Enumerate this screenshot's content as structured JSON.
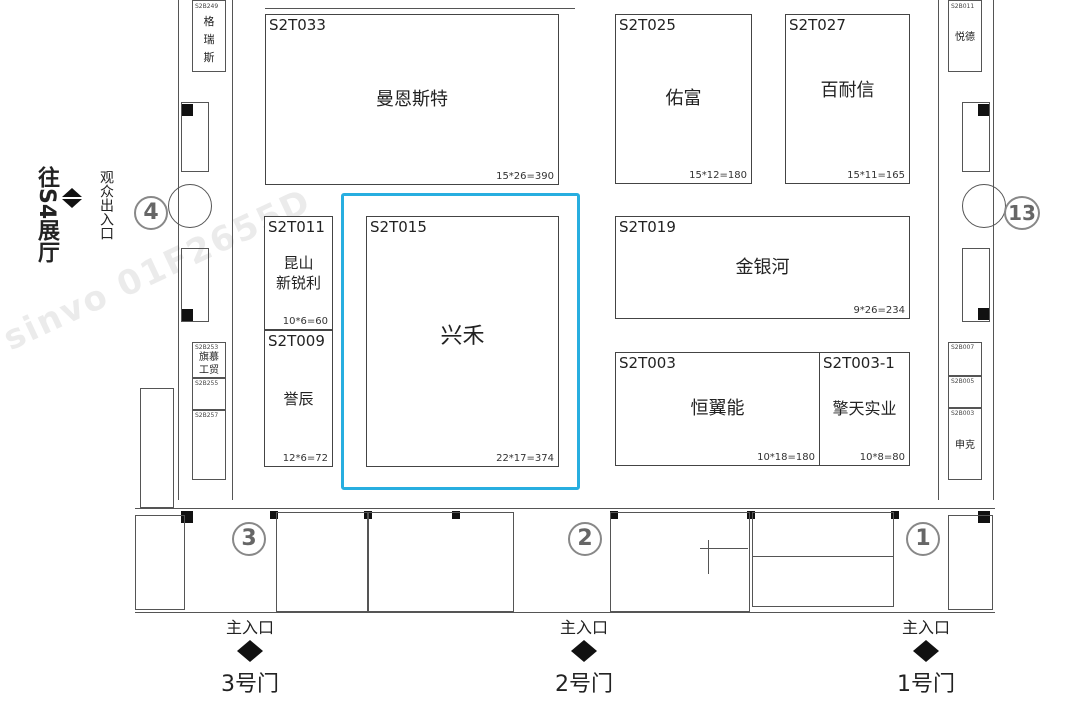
{
  "booths": [
    {
      "id": "s2t033",
      "code": "S2T033",
      "name": "曼恩斯特",
      "area": "15*26=390"
    },
    {
      "id": "s2t025",
      "code": "S2T025",
      "name": "佑富",
      "area": "15*12=180"
    },
    {
      "id": "s2t027",
      "code": "S2T027",
      "name": "百耐信",
      "area": "15*11=165"
    },
    {
      "id": "s2t011",
      "code": "S2T011",
      "name": "昆山\n新锐利",
      "area": "10*6=60"
    },
    {
      "id": "s2t015",
      "code": "S2T015",
      "name": "兴禾",
      "area": "22*17=374"
    },
    {
      "id": "s2t019",
      "code": "S2T019",
      "name": "金银河",
      "area": "9*26=234"
    },
    {
      "id": "s2t009",
      "code": "S2T009",
      "name": "誉辰",
      "area": "12*6=72"
    },
    {
      "id": "s2t003",
      "code": "S2T003",
      "name": "恒翼能",
      "area": "10*18=180"
    },
    {
      "id": "s2t003_1",
      "code": "S2T003-1",
      "name": "擎天实业",
      "area": "10*8=80"
    }
  ],
  "small_booths": {
    "s2b249": {
      "code": "S2B249",
      "name": "格\n瑞\n斯"
    },
    "s2b011": {
      "code": "S2B011",
      "name": "悦德"
    },
    "s2b253": {
      "code": "S2B253",
      "name": "旗慕\n工贸"
    },
    "s2b255": {
      "code": "S2B255"
    },
    "s2b257": {
      "code": "S2B257"
    },
    "s2b007": {
      "code": "S2B007"
    },
    "s2b005": {
      "code": "S2B005"
    },
    "s2b003": {
      "code": "S2B003",
      "name": "申克"
    }
  },
  "gates": {
    "g4": "4",
    "g13": "13",
    "g3": "3",
    "g2": "2",
    "g1": "1"
  },
  "entrances": [
    {
      "label": "主入口",
      "gate": "3号门"
    },
    {
      "label": "主入口",
      "gate": "2号门"
    },
    {
      "label": "主入口",
      "gate": "1号门"
    }
  ],
  "side": {
    "exit_label": "观众出入口",
    "to_hall": "往S4展厅"
  },
  "watermark": "sinvo 01F2655D",
  "colors": {
    "selected_border": "#27aee0",
    "booth_border": "#444444",
    "pillar": "#111111"
  }
}
